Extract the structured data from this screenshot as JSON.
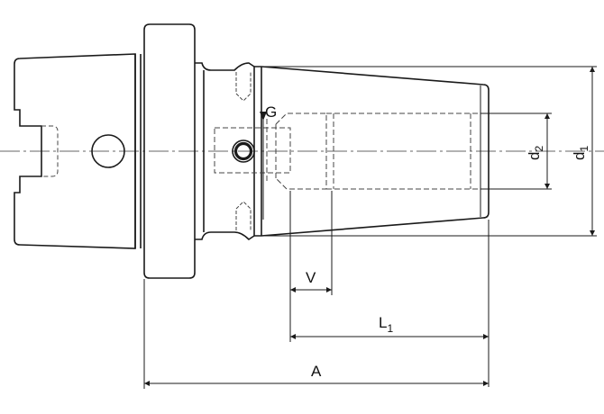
{
  "labels": {
    "G": "G",
    "V": "V",
    "L": "L",
    "L_sub": "1",
    "A": "A",
    "d2": "d",
    "d2_sub": "2",
    "d1": "d",
    "d1_sub": "1"
  },
  "colors": {
    "outline": "#1a1a1a",
    "hidden": "#444444"
  }
}
